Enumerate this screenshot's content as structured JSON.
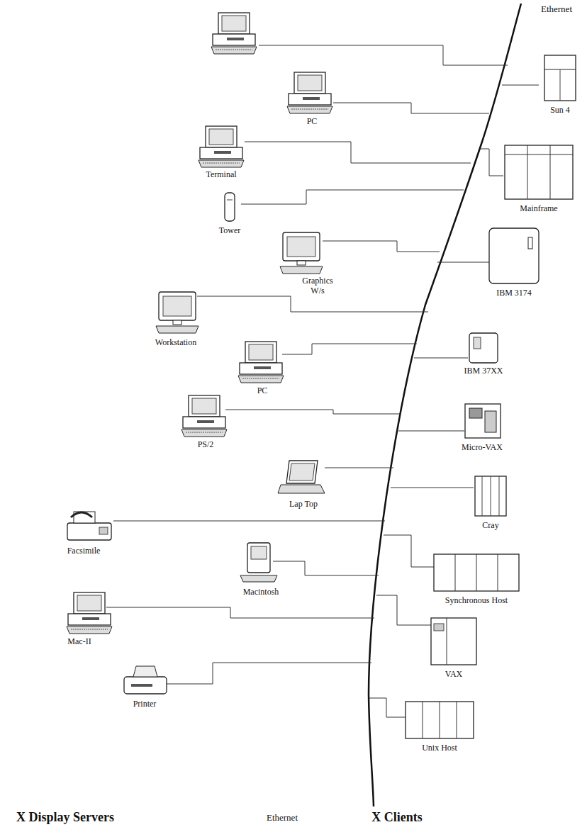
{
  "diagram": {
    "labels": [
      "Ethernet",
      "Sun 4",
      "PC",
      "Terminal",
      "Mainframe",
      "Tower",
      "Graphics W/s",
      "IBM 3174",
      "Workstation",
      "PC",
      "IBM 37XX",
      "PS/2",
      "Micro-VAX",
      "Lap Top",
      "Cray",
      "Facsimile",
      "Synchronous Host",
      "Macintosh",
      "Mac-II",
      "VAX",
      "Printer",
      "Unix Host",
      "X Display Servers",
      "Ethernet",
      "X Clients"
    ]
  }
}
